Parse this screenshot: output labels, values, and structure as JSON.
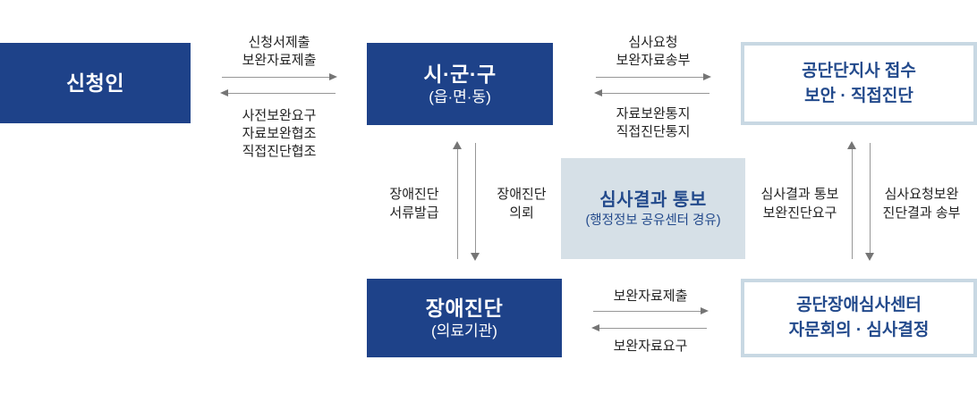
{
  "colors": {
    "primary_blue": "#1e4289",
    "navy_text": "#234a8c",
    "tint_bg": "#d6e0e7",
    "outline_border": "#c8d8e3",
    "arrow_gray": "#979797",
    "label_text": "#222222"
  },
  "nodes": {
    "applicant": {
      "title": "신청인"
    },
    "sigungu": {
      "title": "시·군·구",
      "subtitle": "(읍·면·동)"
    },
    "branch_office": {
      "text": "공단단지사 접수\n보안 · 직접진단"
    },
    "review_result": {
      "title": "심사결과 통보",
      "subtitle": "(행정정보 공유센터 경유)"
    },
    "diagnosis": {
      "title": "장애진단",
      "subtitle": "(의료기관)"
    },
    "review_center": {
      "text": "공단장애심사센터\n자문회의 · 심사결정"
    }
  },
  "edges": {
    "applicant_sigungu": {
      "forward_label": "신청서제출\n보완자료제출",
      "backward_label": "사전보완요구\n자료보완협조\n직접진단협조"
    },
    "sigungu_branch": {
      "forward_label": "심사요청\n보완자료송부",
      "backward_label": "자료보완통지\n직접진단통지"
    },
    "sigungu_diagnosis": {
      "up_label": "장애진단\n서류발급",
      "down_label": "장애진단\n의뢰"
    },
    "branch_center": {
      "up_label": "심사결과 통보\n보완진단요구",
      "down_label": "심사요청보완\n진단결과 송부"
    },
    "diagnosis_center": {
      "forward_label": "보완자료제출",
      "backward_label": "보완자료요구"
    }
  }
}
